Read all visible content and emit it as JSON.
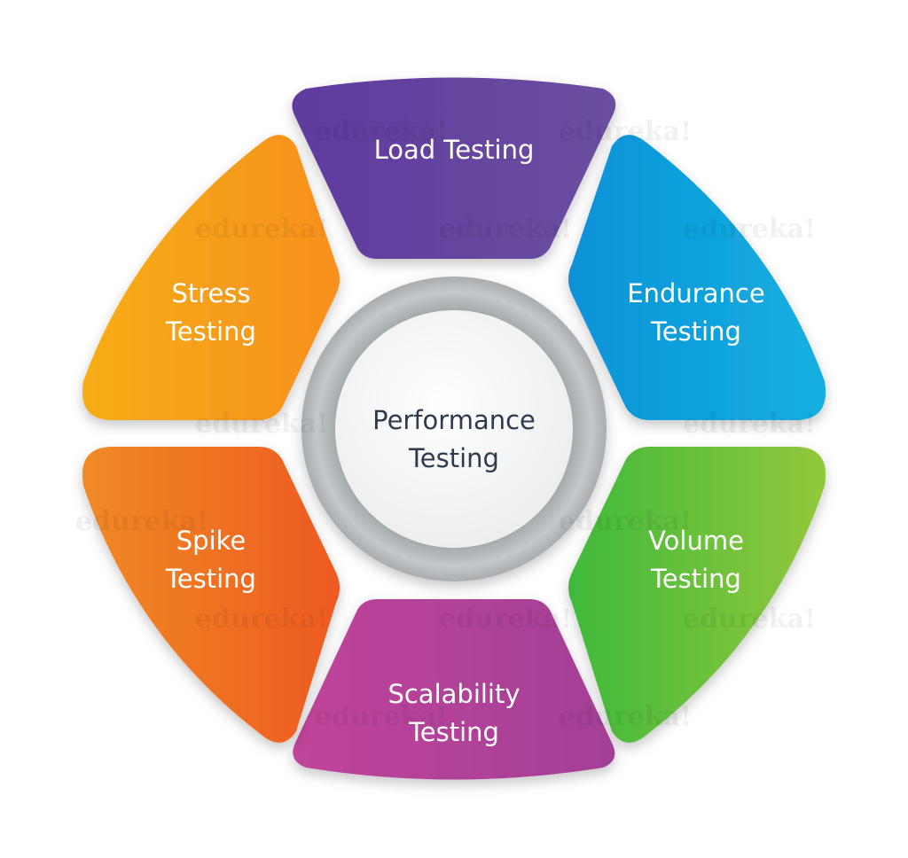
{
  "center": {
    "line1": "Performance",
    "line2": "Testing"
  },
  "segments": [
    {
      "id": "load",
      "line1": "Load Testing",
      "line2": "",
      "color_start": "#5f3a9e",
      "color_end": "#6a4fa0"
    },
    {
      "id": "endurance",
      "line1": "Endurance",
      "line2": "Testing",
      "color_start": "#0a92d8",
      "color_end": "#16b0e0"
    },
    {
      "id": "volume",
      "line1": "Volume",
      "line2": "Testing",
      "color_start": "#3fb93a",
      "color_end": "#93c83a"
    },
    {
      "id": "scalability",
      "line1": "Scalability",
      "line2": "Testing",
      "color_start": "#c0449a",
      "color_end": "#a24096"
    },
    {
      "id": "spike",
      "line1": "Spike",
      "line2": "Testing",
      "color_start": "#f08a25",
      "color_end": "#ee5a22"
    },
    {
      "id": "stress",
      "line1": "Stress",
      "line2": "Testing",
      "color_start": "#f6ad18",
      "color_end": "#f7901c"
    }
  ],
  "watermark": "edureka!"
}
